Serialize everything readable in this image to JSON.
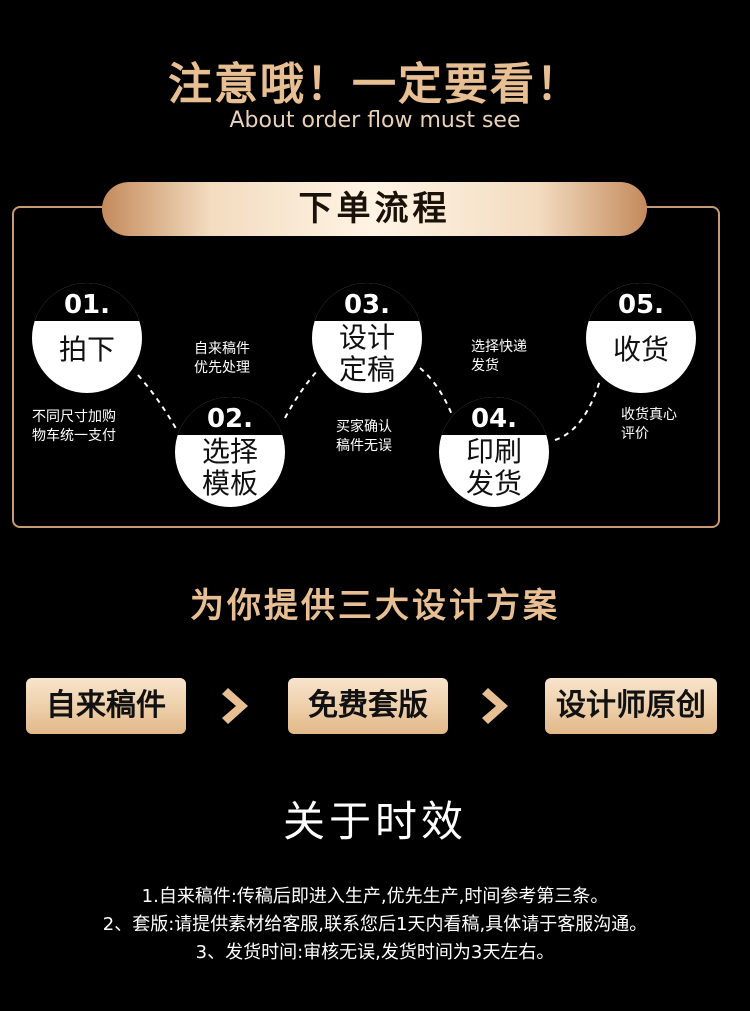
{
  "header": {
    "title": "注意哦！一定要看！",
    "subtitle": "About order flow must see"
  },
  "flow": {
    "title": "下单流程",
    "steps": [
      {
        "num": "01.",
        "label": [
          "拍下"
        ]
      },
      {
        "num": "02.",
        "label": [
          "选择",
          "模板"
        ]
      },
      {
        "num": "03.",
        "label": [
          "设计",
          "定稿"
        ]
      },
      {
        "num": "04.",
        "label": [
          "印刷",
          "发货"
        ]
      },
      {
        "num": "05.",
        "label": [
          "收货"
        ]
      }
    ],
    "notes": [
      [
        "不同尺寸加购",
        "物车统一支付"
      ],
      [
        "自来稿件",
        "优先处理"
      ],
      [
        "买家确认",
        "稿件无误"
      ],
      [
        "选择快递",
        "发货"
      ],
      [
        "收货真心",
        "评价"
      ]
    ]
  },
  "plans": {
    "title": "为你提供三大设计方案",
    "items": [
      "自来稿件",
      "免费套版",
      "设计师原创"
    ]
  },
  "timing": {
    "title": "关于时效",
    "lines": [
      "1.自来稿件:传稿后即进入生产,优先生产,时间参考第三条。",
      "2、套版:请提供素材给客服,联系您后1天内看稿,具体请于客服沟通。",
      "3、发货时间:审核无误,发货时间为3天左右。"
    ]
  },
  "colors": {
    "background": "#000000",
    "gold": "#e8bf93",
    "border": "#c89a72"
  }
}
